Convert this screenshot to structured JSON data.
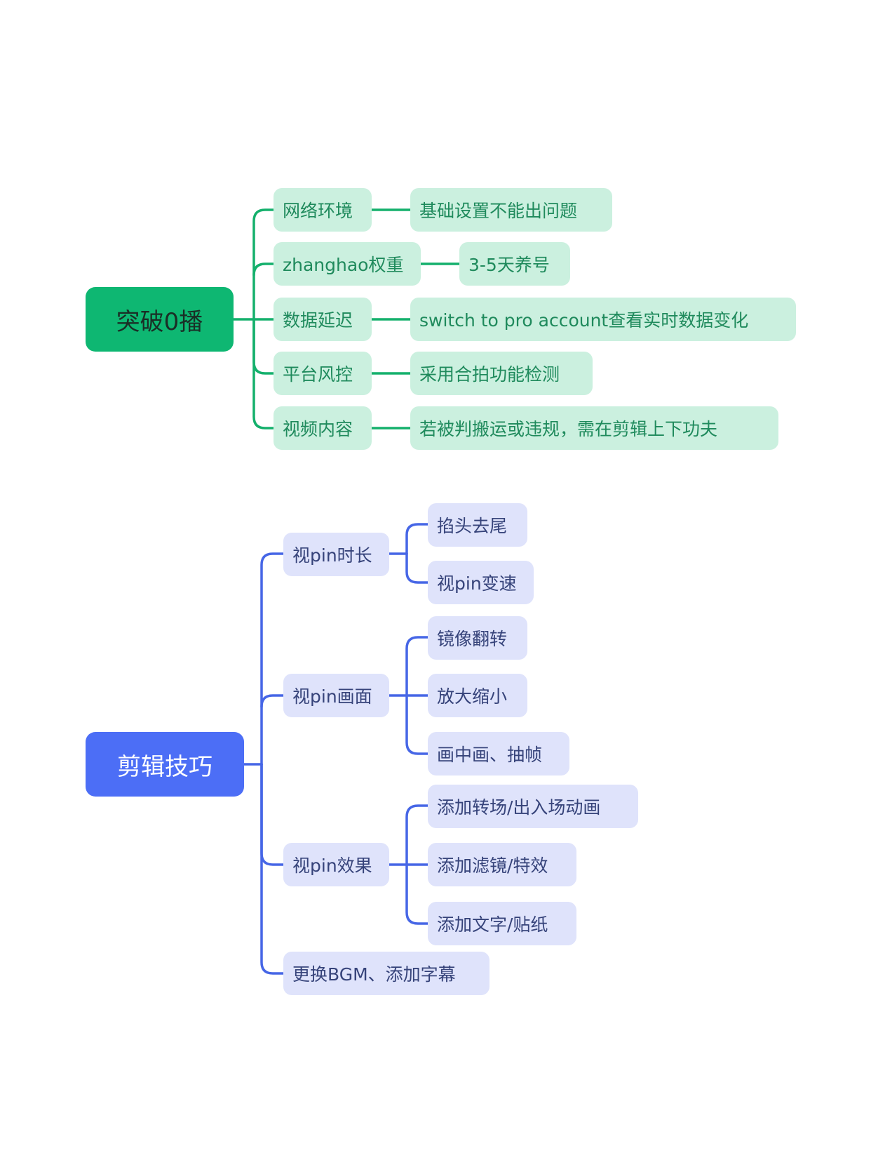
{
  "colors": {
    "green_root": "#0eb772",
    "green_line": "#14b06c",
    "green_node_bg": "#cbf0df",
    "green_text": "#1f8a5c",
    "blue_root": "#4c6ef6",
    "blue_line": "#4666e6",
    "blue_node_bg": "#dfe3fb",
    "blue_text": "#36437a"
  },
  "map1": {
    "root": "突破0播",
    "branches": [
      {
        "label": "网络环境",
        "detail": "基础设置不能出问题"
      },
      {
        "label": "zhanghao权重",
        "detail": "3-5天养号"
      },
      {
        "label": "数据延迟",
        "detail": "switch to pro account查看实时数据变化"
      },
      {
        "label": "平台风控",
        "detail": "采用合拍功能检测"
      },
      {
        "label": "视频内容",
        "detail": "若被判搬运或违规，需在剪辑上下功夫"
      }
    ]
  },
  "map2": {
    "root": "剪辑技巧",
    "branches": [
      {
        "label": "视pin时长",
        "children": [
          "掐头去尾",
          "视pin变速"
        ]
      },
      {
        "label": "视pin画面",
        "children": [
          "镜像翻转",
          "放大缩小",
          "画中画、抽帧"
        ]
      },
      {
        "label": "视pin效果",
        "children": [
          "添加转场/出入场动画",
          "添加滤镜/特效",
          "添加文字/贴纸"
        ]
      },
      {
        "label": "更换BGM、添加字幕"
      }
    ]
  }
}
